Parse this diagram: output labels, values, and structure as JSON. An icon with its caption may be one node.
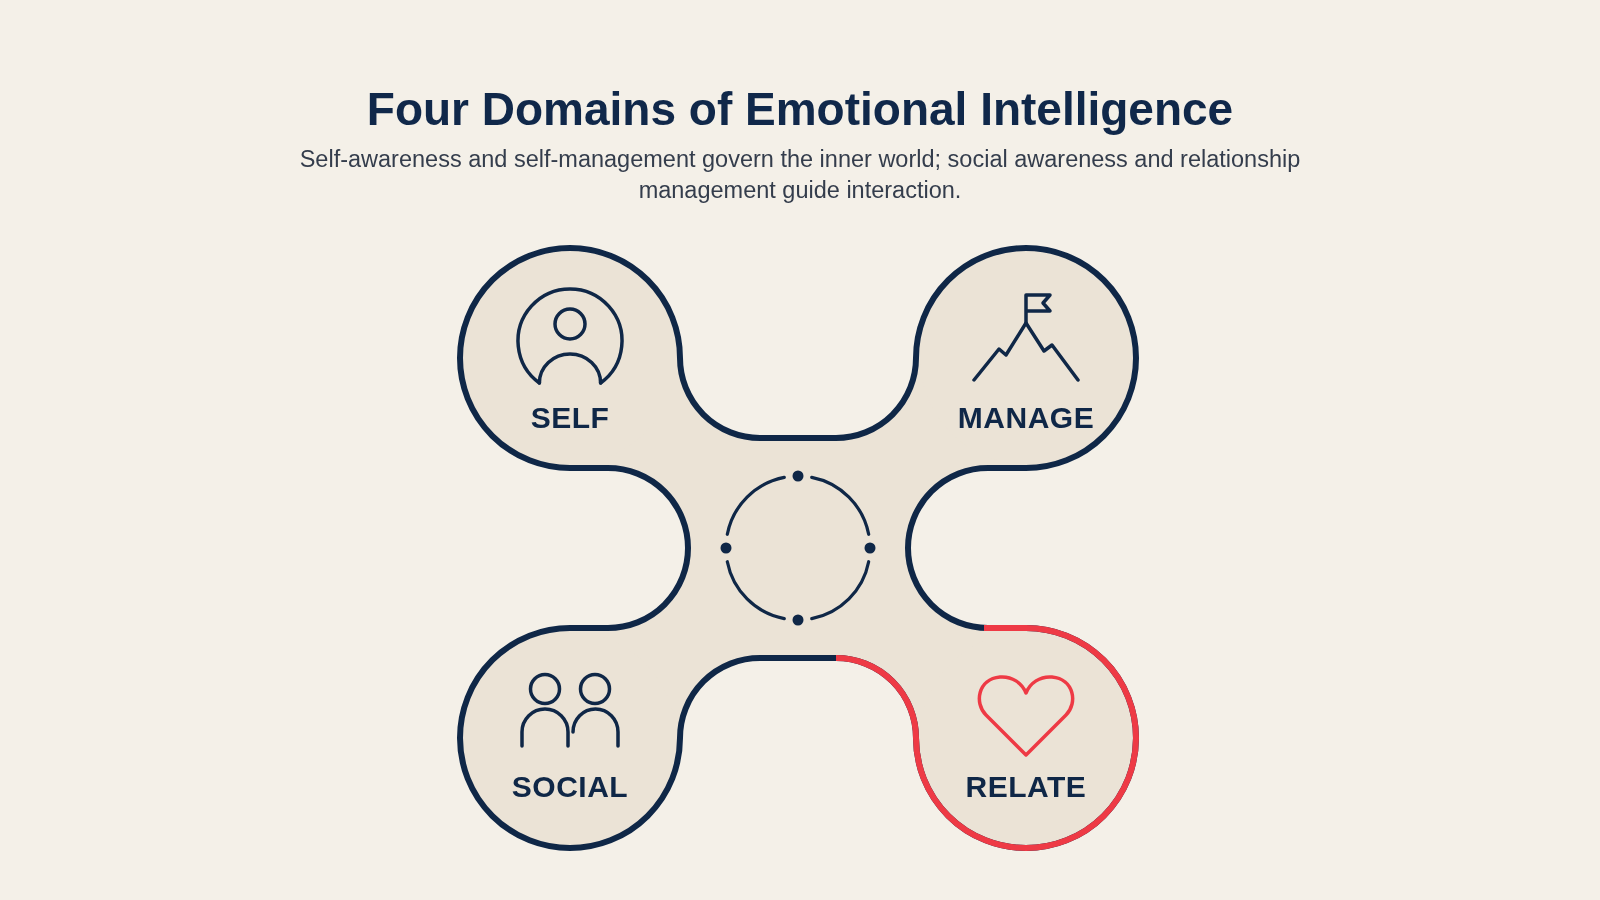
{
  "diagram": {
    "title": "Four Domains of Emotional Intelligence",
    "nodes": [
      {
        "text": [
          "SELF"
        ]
      },
      {
        "text": [
          "MANAGE"
        ]
      },
      {
        "text": [
          "SOCIAL"
        ]
      },
      {
        "text": [
          "RELATE"
        ]
      }
    ],
    "labels": [
      "Self-awareness and self-management govern the inner world; social awareness and relationship management guide interaction."
    ]
  }
}
